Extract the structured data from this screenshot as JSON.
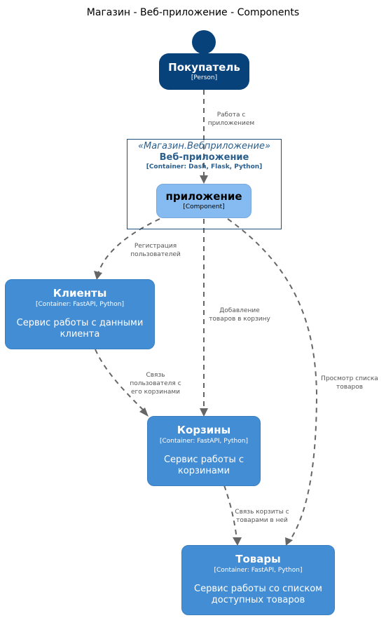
{
  "title": "Магазин - Веб-приложение - Components",
  "colors": {
    "person": "#08427b",
    "container": "#438dd5",
    "component": "#85bbf0",
    "boundary_border": "#1d4e7a",
    "edge": "#666666"
  },
  "person": {
    "name": "Покупатель",
    "type": "[Person]"
  },
  "boundary": {
    "stereotype": "«Магазин.Вебприложение»",
    "name": "Веб-приложение",
    "type": "[Container: Dash, Flask, Python]"
  },
  "component": {
    "name": "приложение",
    "type": "[Component]"
  },
  "containers": {
    "clients": {
      "name": "Клиенты",
      "type": "[Container: FastAPI, Python]",
      "description": "Сервис работы с данными клиента"
    },
    "carts": {
      "name": "Корзины",
      "type": "[Container: FastAPI, Python]",
      "description": "Сервис работы с корзинами"
    },
    "products": {
      "name": "Товары",
      "type": "[Container: FastAPI, Python]",
      "description": "Сервис работы со списком доступных товаров"
    }
  },
  "relations": {
    "person_app": [
      "Работа с",
      "приложением"
    ],
    "app_clients": [
      "Регистрация",
      "пользователей"
    ],
    "app_carts": [
      "Добавление",
      "товаров в корзину"
    ],
    "app_products": [
      "Просмотр списка",
      "товаров"
    ],
    "clients_carts": [
      "Связь",
      "пользователя с",
      "его корзинами"
    ],
    "carts_products": [
      "Связь корзиты с",
      "товарами в ней"
    ]
  }
}
